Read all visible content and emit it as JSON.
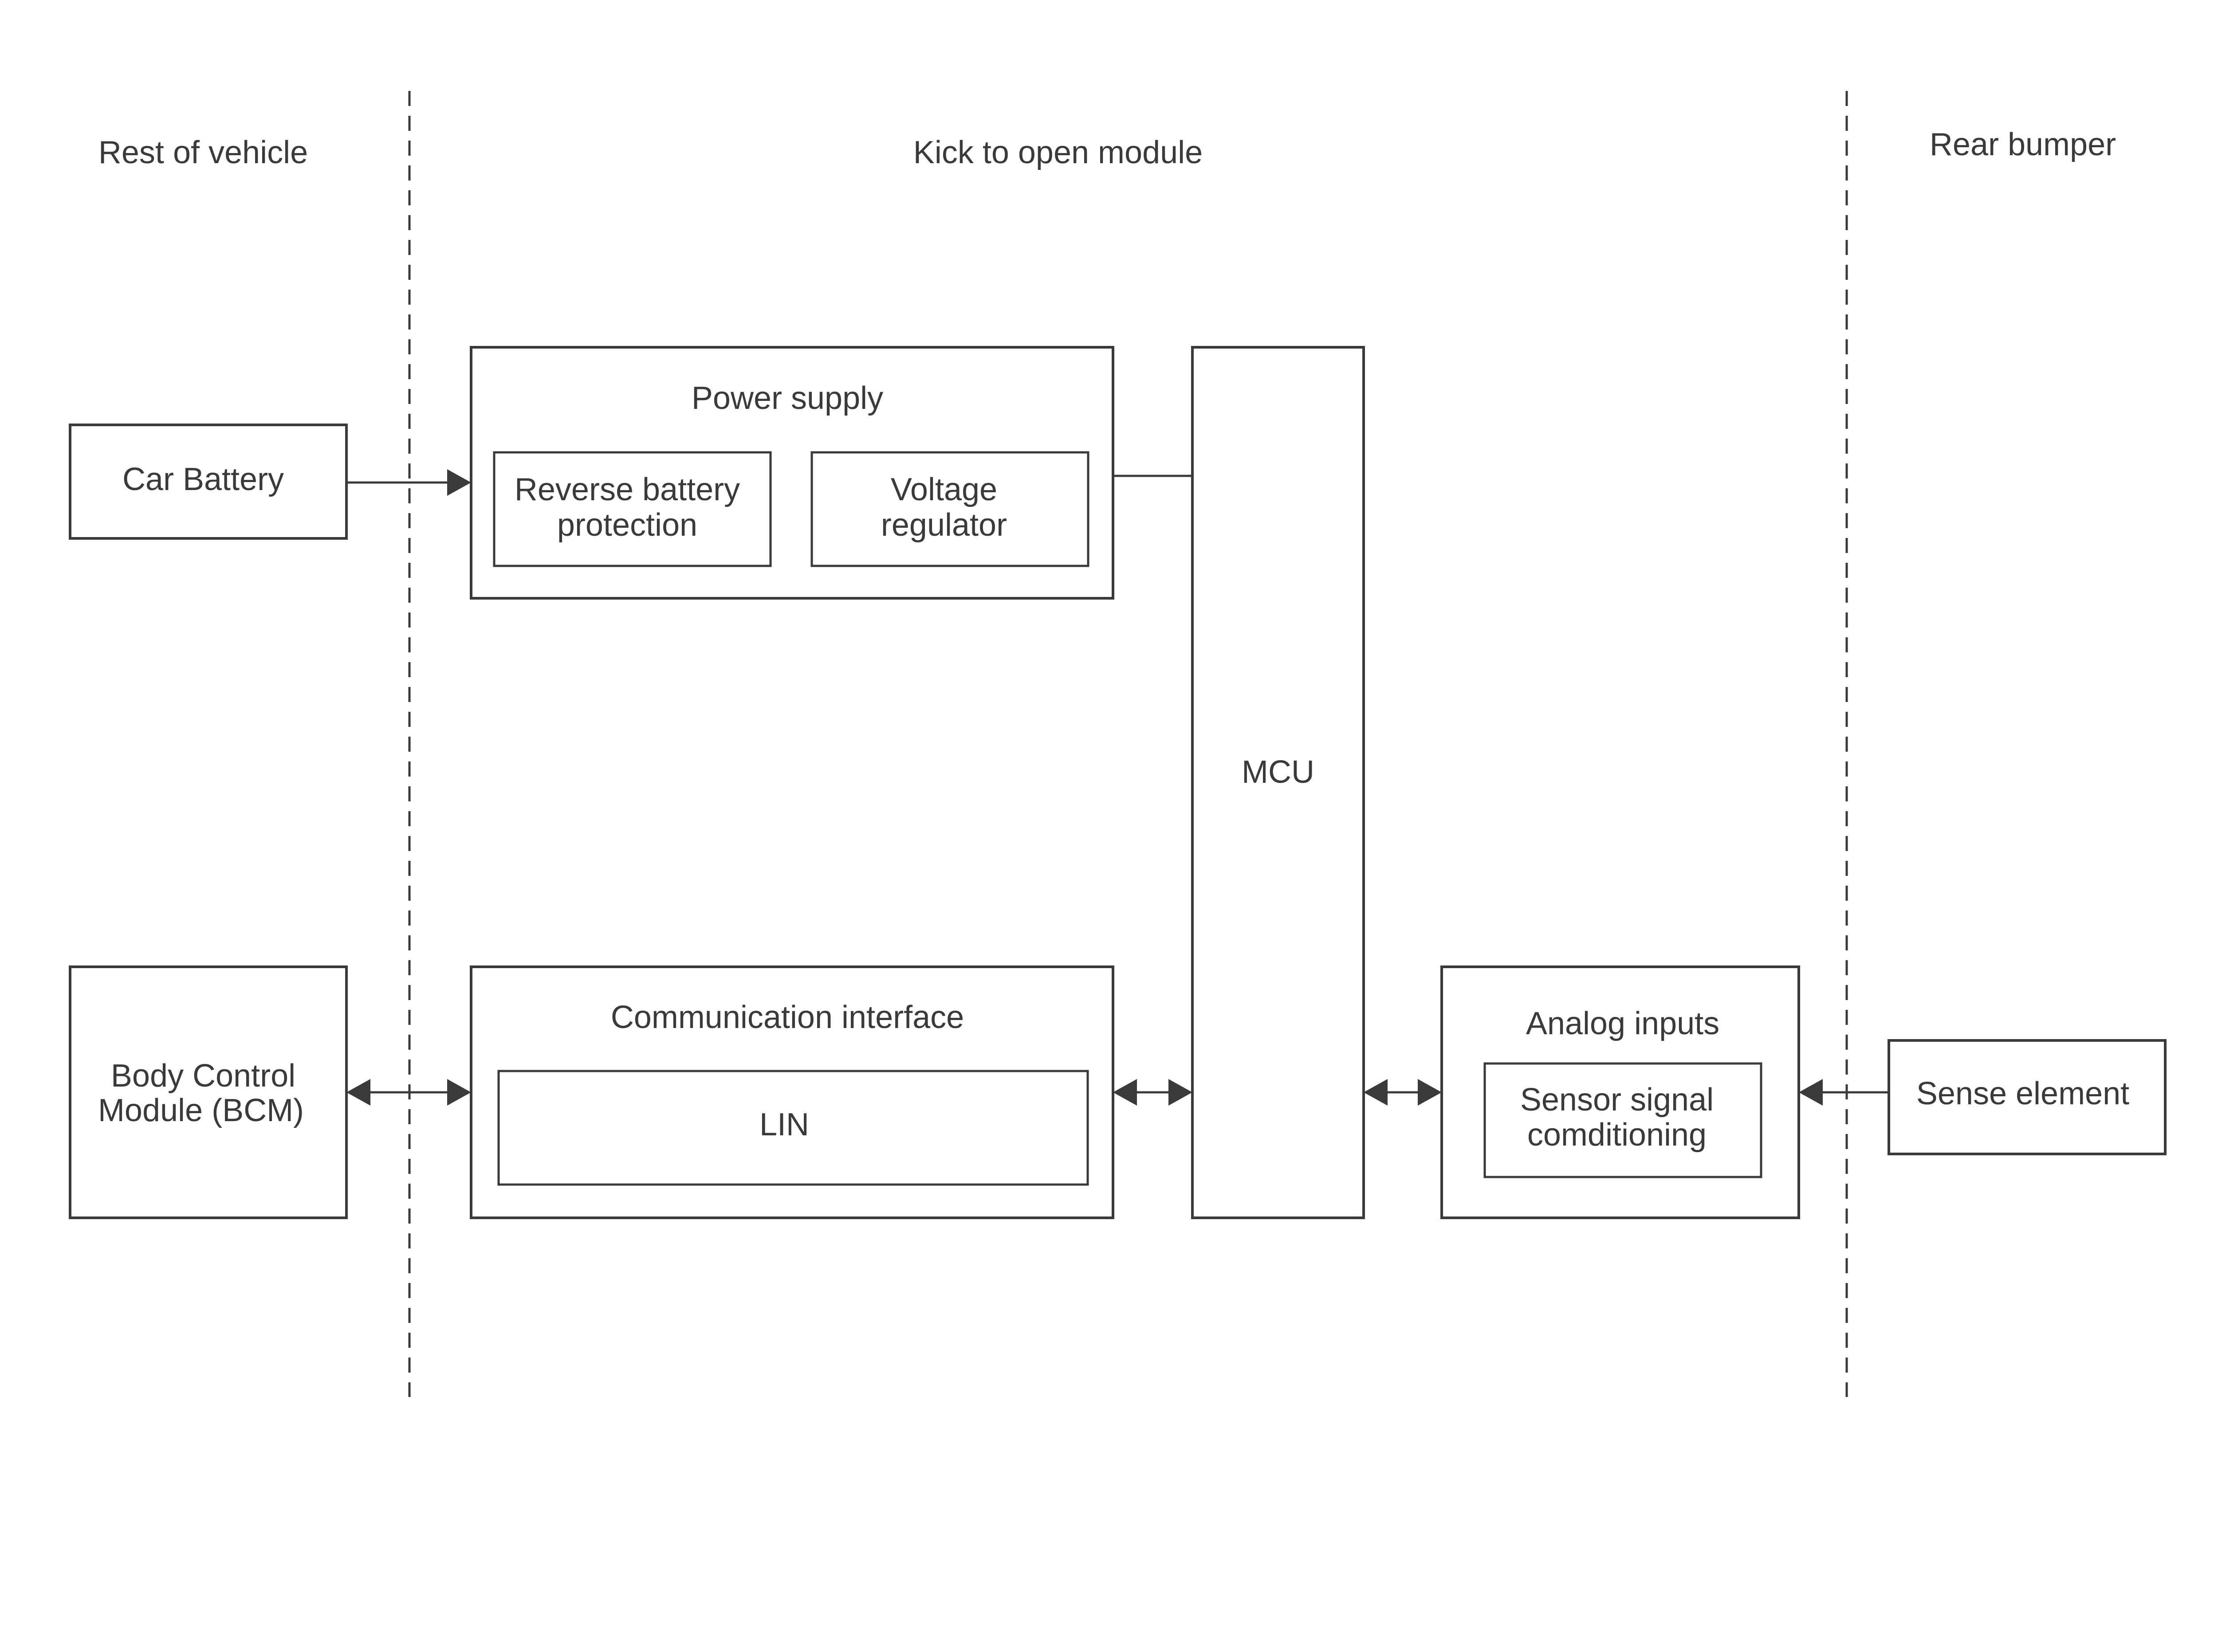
{
  "colors": {
    "line": "#3a3a3a",
    "background": "#ffffff"
  },
  "regions": {
    "rest_of_vehicle": "Rest of vehicle",
    "kick_module": "Kick to open module",
    "rear_bumper": "Rear bumper"
  },
  "blocks": {
    "car_battery": "Car Battery",
    "bcm_line1": "Body Control",
    "bcm_line2": "Module (BCM)",
    "power_supply": "Power supply",
    "reverse_line1": "Reverse battery",
    "reverse_line2": "protection",
    "voltage_line1": "Voltage",
    "voltage_line2": "regulator",
    "comm_interface": "Communication interface",
    "lin": "LIN",
    "mcu": "MCU",
    "analog_inputs": "Analog inputs",
    "sensor_line1": "Sensor signal",
    "sensor_line2": "comditioning",
    "sense_element": "Sense element"
  }
}
